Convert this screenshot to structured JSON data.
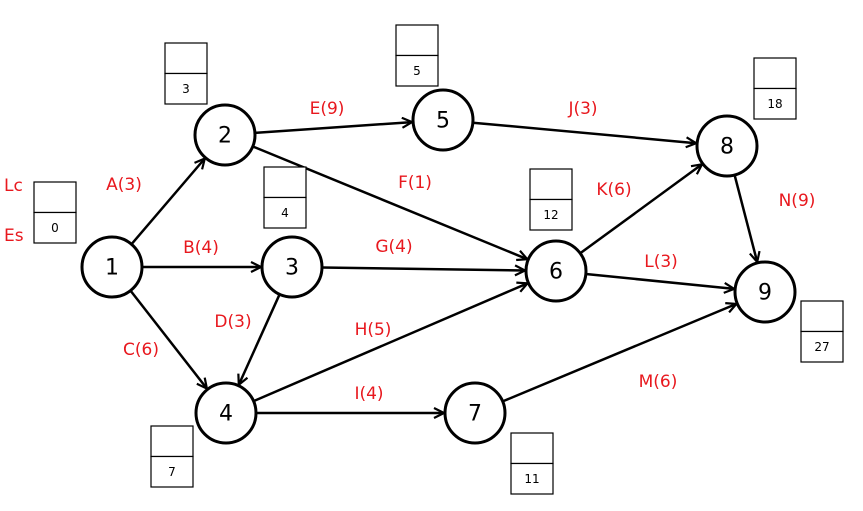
{
  "legend": {
    "top_label": "Lc",
    "bottom_label": "Es"
  },
  "colors": {
    "edge_label": "#e8181e",
    "stroke": "#000000"
  },
  "nodes": [
    {
      "id": "1",
      "label": "1",
      "es": "0"
    },
    {
      "id": "2",
      "label": "2",
      "es": "3"
    },
    {
      "id": "3",
      "label": "3",
      "es": "4"
    },
    {
      "id": "4",
      "label": "4",
      "es": "7"
    },
    {
      "id": "5",
      "label": "5",
      "es": "5"
    },
    {
      "id": "6",
      "label": "6",
      "es": "12"
    },
    {
      "id": "7",
      "label": "7",
      "es": "11"
    },
    {
      "id": "8",
      "label": "8",
      "es": "18"
    },
    {
      "id": "9",
      "label": "9",
      "es": "27"
    }
  ],
  "edges": [
    {
      "id": "A",
      "from": "1",
      "to": "2",
      "label": "A(3)"
    },
    {
      "id": "B",
      "from": "1",
      "to": "3",
      "label": "B(4)"
    },
    {
      "id": "C",
      "from": "1",
      "to": "4",
      "label": "C(6)"
    },
    {
      "id": "D",
      "from": "3",
      "to": "4",
      "label": "D(3)"
    },
    {
      "id": "E",
      "from": "2",
      "to": "5",
      "label": "E(9)"
    },
    {
      "id": "F",
      "from": "2",
      "to": "6",
      "label": "F(1)"
    },
    {
      "id": "G",
      "from": "3",
      "to": "6",
      "label": "G(4)"
    },
    {
      "id": "H",
      "from": "4",
      "to": "6",
      "label": "H(5)"
    },
    {
      "id": "I",
      "from": "4",
      "to": "7",
      "label": "I(4)"
    },
    {
      "id": "J",
      "from": "5",
      "to": "8",
      "label": "J(3)"
    },
    {
      "id": "K",
      "from": "6",
      "to": "8",
      "label": "K(6)"
    },
    {
      "id": "L",
      "from": "6",
      "to": "9",
      "label": "L(3)"
    },
    {
      "id": "M",
      "from": "7",
      "to": "9",
      "label": "M(6)"
    },
    {
      "id": "N",
      "from": "8",
      "to": "9",
      "label": "N(9)"
    }
  ]
}
